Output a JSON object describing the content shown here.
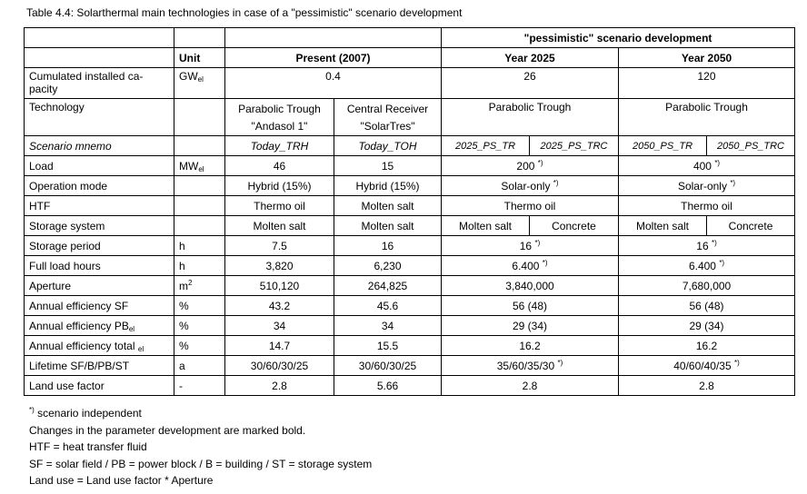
{
  "caption": "Table 4.4: Solarthermal main technologies in case of a \"pessimistic\" scenario development",
  "header": {
    "scenario": "\"pessimistic\" scenario development",
    "unit": "Unit",
    "present": "Present (2007)",
    "y2025": "Year 2025",
    "y2050": "Year 2050"
  },
  "rows": {
    "capacity": {
      "label": "Cumulated installed ca-pacity",
      "unit": "GW",
      "unit_sub": "el",
      "present": "0.4",
      "y2025": "26",
      "y2050": "120"
    },
    "technology": {
      "label": "Technology",
      "present_a": "Parabolic Trough \"Andasol 1\"",
      "present_b": "Central Receiver \"SolarTres\"",
      "y2025": "Parabolic Trough",
      "y2050": "Parabolic Trough"
    },
    "mnemo": {
      "label": "Scenario mnemo",
      "present_a": "Today_TRH",
      "present_b": "Today_TOH",
      "y2025_a": "2025_PS_TR",
      "y2025_b": "2025_PS_TRC",
      "y2050_a": "2050_PS_TR",
      "y2050_b": "2050_PS_TRC"
    },
    "load": {
      "label": "Load",
      "unit": "MW",
      "unit_sub": "el",
      "present_a": "46",
      "present_b": "15",
      "y2025": "200",
      "y2025_sup": "*)",
      "y2050": "400",
      "y2050_sup": "*)"
    },
    "operation": {
      "label": "Operation mode",
      "present_a": "Hybrid (15%)",
      "present_b": "Hybrid (15%)",
      "y2025": "Solar-only",
      "y2025_sup": "*)",
      "y2050": "Solar-only",
      "y2050_sup": "*)"
    },
    "htf": {
      "label": "HTF",
      "present_a": "Thermo oil",
      "present_b": "Molten salt",
      "y2025": "Thermo oil",
      "y2050": "Thermo oil"
    },
    "storage": {
      "label": "Storage system",
      "present_a": "Molten salt",
      "present_b": "Molten salt",
      "y2025_a": "Molten salt",
      "y2025_b": "Concrete",
      "y2050_a": "Molten salt",
      "y2050_b": "Concrete"
    },
    "storage_period": {
      "label": "Storage period",
      "unit": "h",
      "present_a": "7.5",
      "present_b": "16",
      "y2025": "16",
      "y2025_sup": "*)",
      "y2050": "16",
      "y2050_sup": "*)"
    },
    "full_load": {
      "label": "Full load hours",
      "unit": "h",
      "present_a": "3,820",
      "present_b": "6,230",
      "y2025": "6.400",
      "y2025_sup": "*)",
      "y2050": "6.400",
      "y2050_sup": "*)"
    },
    "aperture": {
      "label": "Aperture",
      "unit": "m",
      "unit_sup": "2",
      "present_a": "510,120",
      "present_b": "264,825",
      "y2025": "3,840,000",
      "y2050": "7,680,000"
    },
    "eff_sf": {
      "label": "Annual efficiency SF",
      "unit": "%",
      "present_a": "43.2",
      "present_b": "45.6",
      "y2025": "56 (48)",
      "y2050": "56 (48)"
    },
    "eff_pb": {
      "label": "Annual efficiency PB",
      "label_sub": "el",
      "unit": "%",
      "present_a": "34",
      "present_b": "34",
      "y2025": "29 (34)",
      "y2050": "29 (34)"
    },
    "eff_total": {
      "label": "Annual efficiency total",
      "label_sub": "el",
      "unit": "%",
      "present_a": "14.7",
      "present_b": "15.5",
      "y2025": "16.2",
      "y2050": "16.2"
    },
    "lifetime": {
      "label": "Lifetime SF/B/PB/ST",
      "unit": "a",
      "present_a": "30/60/30/25",
      "present_b": "30/60/30/25",
      "y2025": "35/60/35/30",
      "y2025_sup": "*)",
      "y2050": "40/60/40/35",
      "y2050_sup": "*)"
    },
    "land_use": {
      "label": "Land use factor",
      "unit": "-",
      "present_a": "2.8",
      "present_b": "5.66",
      "y2025": "2.8",
      "y2050": "2.8"
    }
  },
  "notes": {
    "n1_sup": "*)",
    "n1": "scenario independent",
    "n2": "Changes in the parameter development are marked bold.",
    "n3": "HTF = heat transfer fluid",
    "n4": "SF = solar field / PB = power block / B = building / ST = storage system",
    "n5": "Land use = Land use factor * Aperture"
  }
}
